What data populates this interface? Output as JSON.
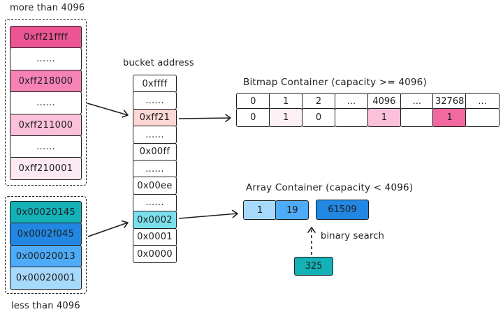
{
  "ink_color": "#1e1e1e",
  "labels": {
    "more_than": "more than 4096",
    "less_than": "less than 4096",
    "bucket_address": "bucket address",
    "bitmap_title": "Bitmap Container (capacity >= 4096)",
    "array_title": "Array Container (capacity < 4096)",
    "binary_search": "binary search"
  },
  "high_values": {
    "items": [
      {
        "label": "0xff21ffff",
        "bg": "#eb5593"
      },
      {
        "label": "......",
        "bg": "#ffffff"
      },
      {
        "label": "0xff218000",
        "bg": "#f583b5"
      },
      {
        "label": "......",
        "bg": "#ffffff"
      },
      {
        "label": "0xff211000",
        "bg": "#fbc1da"
      },
      {
        "label": "......",
        "bg": "#ffffff"
      },
      {
        "label": "0xff210001",
        "bg": "#fde9f2"
      }
    ]
  },
  "low_values": {
    "items": [
      {
        "label": "0x00020145",
        "bg": "#14b1b7"
      },
      {
        "label": "0x0002f045",
        "bg": "#2287e2"
      },
      {
        "label": "0x00020013",
        "bg": "#4dabf7"
      },
      {
        "label": "0x00020001",
        "bg": "#a7d9fc"
      }
    ]
  },
  "bucket": {
    "items": [
      {
        "label": "0xffff",
        "bg": "#ffffff"
      },
      {
        "label": "......",
        "bg": "#ffffff"
      },
      {
        "label": "0xff21",
        "bg": "#fcd7d4"
      },
      {
        "label": "......",
        "bg": "#ffffff"
      },
      {
        "label": "0x00ff",
        "bg": "#ffffff"
      },
      {
        "label": "......",
        "bg": "#ffffff"
      },
      {
        "label": "0x00ee",
        "bg": "#ffffff"
      },
      {
        "label": "......",
        "bg": "#ffffff"
      },
      {
        "label": "0x0002",
        "bg": "#7ce0ec"
      },
      {
        "label": "0x0001",
        "bg": "#ffffff"
      },
      {
        "label": "0x0000",
        "bg": "#ffffff"
      }
    ]
  },
  "bitmap": {
    "header": [
      "0",
      "1",
      "2",
      "...",
      "4096",
      "...",
      "32768",
      "..."
    ],
    "values": [
      {
        "label": "0",
        "bg": "#ffffff"
      },
      {
        "label": "1",
        "bg": "#fdf0f6"
      },
      {
        "label": "0",
        "bg": "#ffffff"
      },
      {
        "label": "",
        "bg": "#ffffff"
      },
      {
        "label": "1",
        "bg": "#fbc1da"
      },
      {
        "label": "",
        "bg": "#ffffff"
      },
      {
        "label": "1",
        "bg": "#f2699f"
      },
      {
        "label": "",
        "bg": "#ffffff"
      }
    ]
  },
  "array": {
    "cells": [
      {
        "label": "1",
        "bg": "#a7d9fc"
      },
      {
        "label": "19",
        "bg": "#4dabf7"
      }
    ],
    "found_cell": {
      "label": "61509",
      "bg": "#2287e2"
    },
    "search_value": {
      "label": "325",
      "bg": "#14b1b7"
    }
  }
}
